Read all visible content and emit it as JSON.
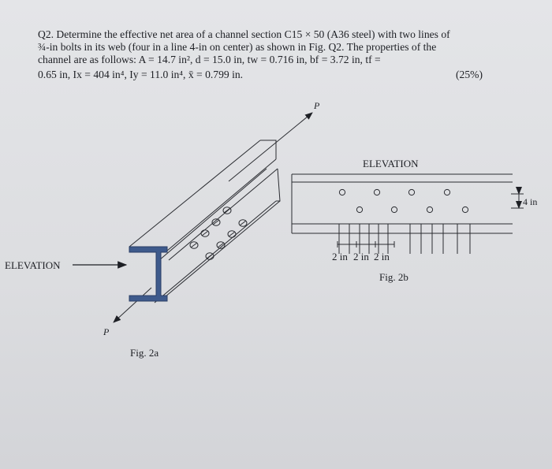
{
  "question": {
    "line1": "Q2. Determine the effective net area of  a channel section C15 × 50 (A36 steel) with two lines of",
    "line2": "¾-in bolts in its web (four in a line 4-in on center) as shown in Fig. Q2. The properties of the",
    "line3": "channel are as follows: A = 14.7 in², d = 15.0 in,  tw = 0.716 in,  bf = 3.72 in, tf =",
    "line4": "0.65 in, Ix = 404 in⁴,  Iy = 11.0 in⁴,  x̄ = 0.799 in.",
    "marks": "(25%)"
  },
  "fig2a": {
    "load_top": "P",
    "load_bottom": "P",
    "elevation_label": "ELEVATION",
    "caption": "Fig. 2a",
    "channel_color": "#3e5a8c"
  },
  "fig2b": {
    "title": "ELEVATION",
    "dimension_right": "4 in",
    "spacing_labels": [
      "2 in",
      "2 in",
      "2 in"
    ],
    "caption": "Fig. 2b"
  }
}
